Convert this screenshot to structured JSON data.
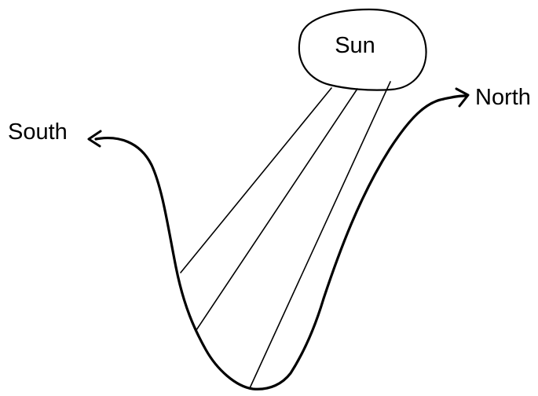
{
  "labels": {
    "sun": "Sun",
    "south": "South",
    "north": "North"
  },
  "colors": {
    "ink": "#000000",
    "background": "#ffffff"
  },
  "ray_count": 3
}
